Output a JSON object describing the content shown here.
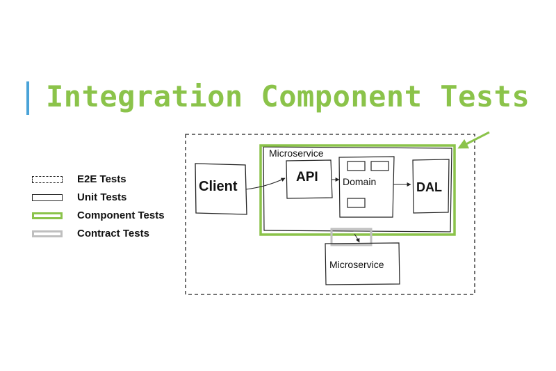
{
  "title": "Integration Component Tests",
  "legend": [
    {
      "label": "E2E Tests"
    },
    {
      "label": "Unit Tests"
    },
    {
      "label": "Component Tests"
    },
    {
      "label": "Contract Tests"
    }
  ],
  "diagram": {
    "microservice_label": "Microservice",
    "client_label": "Client",
    "api_label": "API",
    "domain_label": "Domain",
    "dal_label": "DAL",
    "external_microservice_label": "Microservice"
  },
  "colors": {
    "accent_bar": "#4aa3d8",
    "title": "#8bc34a",
    "component_tests": "#8bc34a",
    "contract_tests": "#bfbfbf"
  }
}
